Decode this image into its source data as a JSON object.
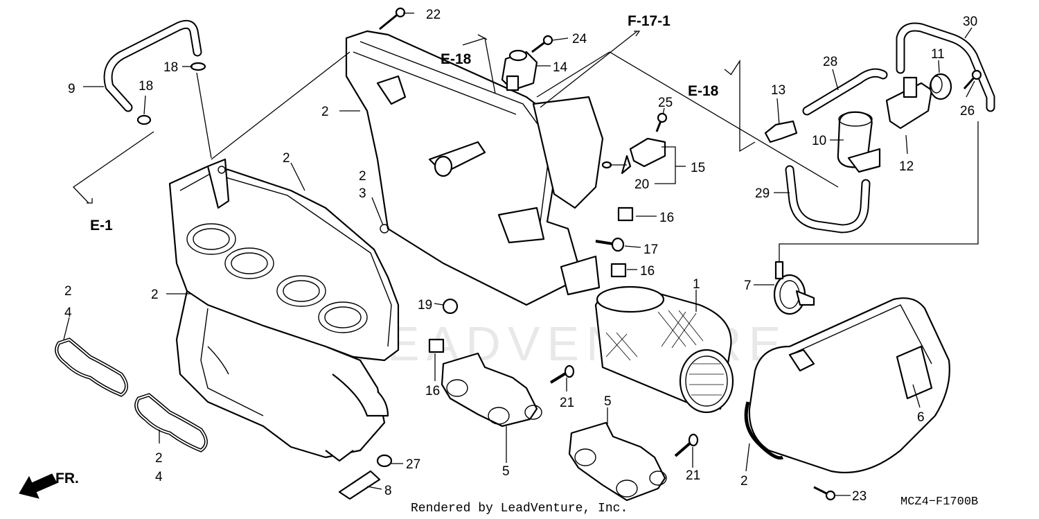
{
  "diagram": {
    "code": "MCZ4−F1700B",
    "credit": "Rendered by LeadVenture, Inc.",
    "watermark": "LEADVENTURE",
    "direction_label": "FR."
  },
  "refs": {
    "e1": "E-1",
    "e18_top": "E-18",
    "e18_right": "E-18",
    "f171": "F-17-1"
  },
  "labels": {
    "p1": "1",
    "p2_cover_a": "2",
    "p2_cover_b": "2",
    "p2_mid": "2",
    "p3": "3",
    "p2_housing": "2",
    "p2_gasket_top": "2",
    "p4_gasket_top": "4",
    "p2_gasket_bottom": "2",
    "p4_gasket_bottom": "4",
    "p2_duct": "2",
    "p5_a": "5",
    "p5_b": "5",
    "p6": "6",
    "p7": "7",
    "p8": "8",
    "p9": "9",
    "p10": "10",
    "p11": "11",
    "p12": "12",
    "p13": "13",
    "p14": "14",
    "p15": "15",
    "p16_a": "16",
    "p16_b": "16",
    "p16_c": "16",
    "p17": "17",
    "p18_a": "18",
    "p18_b": "18",
    "p19": "19",
    "p20": "20",
    "p21_a": "21",
    "p21_b": "21",
    "p22": "22",
    "p23": "23",
    "p24": "24",
    "p25": "25",
    "p26": "26",
    "p27": "27",
    "p28": "28",
    "p29": "29",
    "p30": "30"
  }
}
